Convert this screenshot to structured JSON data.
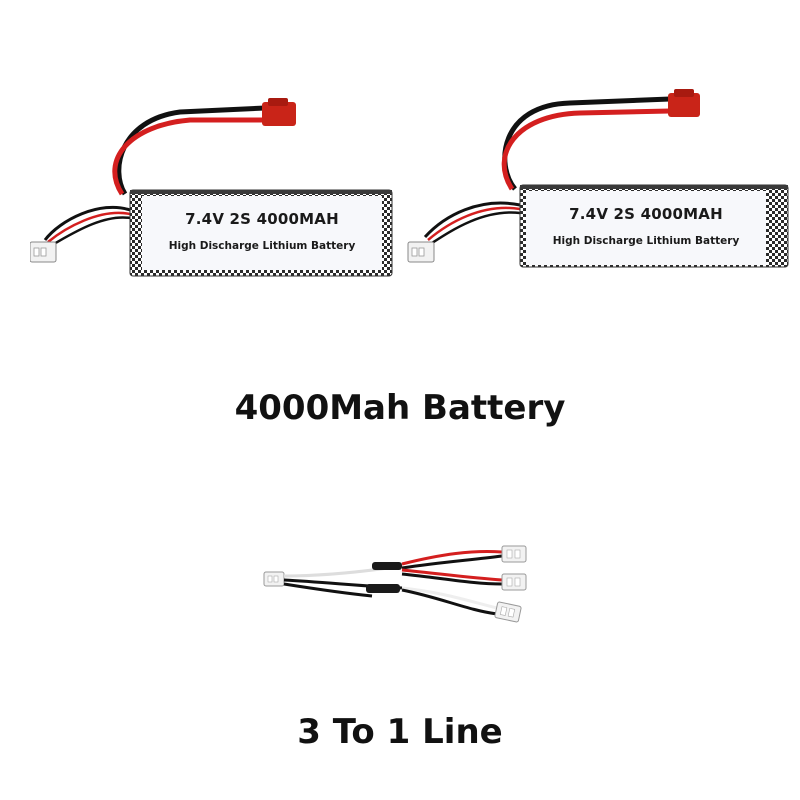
{
  "batteries": [
    {
      "label_title": "7.4V 2S 4000MAH",
      "label_subtitle": "High Discharge Lithium Battery"
    },
    {
      "label_title": "7.4V 2S 4000MAH",
      "label_subtitle": "High Discharge Lithium Battery"
    }
  ],
  "captions": {
    "battery": "4000Mah Battery",
    "cable": "3 To 1 Line"
  },
  "colors": {
    "wire_red": "#d41f1f",
    "wire_black": "#111111",
    "connector_red": "#c92418",
    "carbon_dark": "#2b2b2b",
    "label_bg": "#f7f8fb"
  }
}
